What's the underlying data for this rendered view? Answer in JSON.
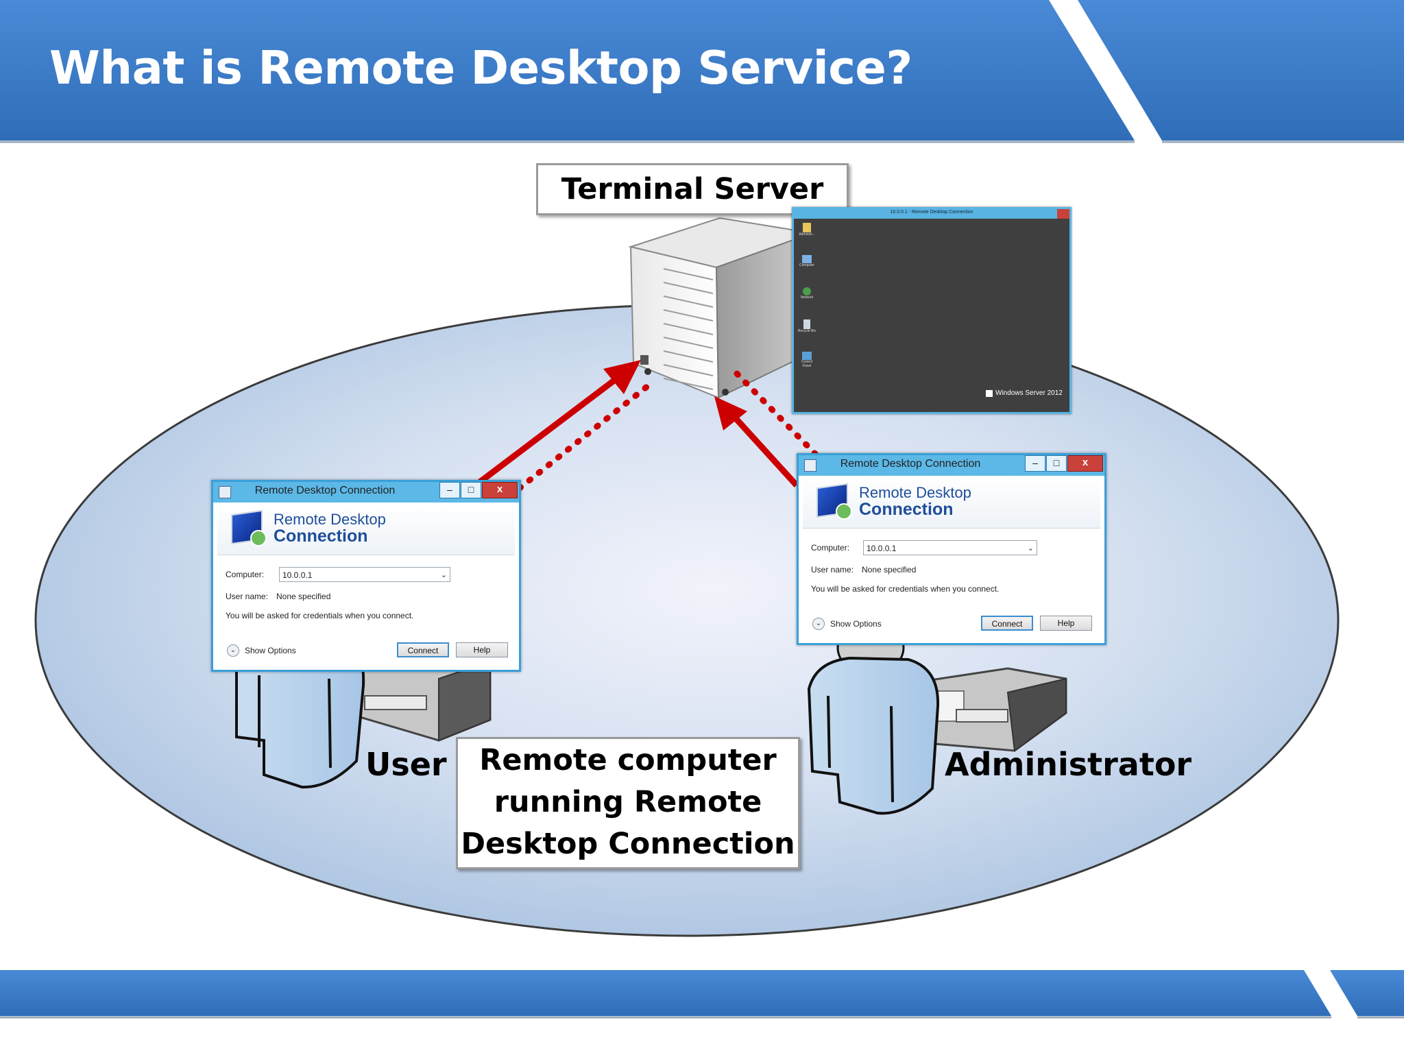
{
  "slide": {
    "title": "What is Remote Desktop Service?",
    "header_color": "#3f7fc9",
    "accent_red": "#cc0000"
  },
  "diagram": {
    "terminal_server_label": "Terminal Server",
    "remote_computer_label_lines": [
      "Remote computer",
      "running Remote",
      "Desktop Connection"
    ],
    "user_label": "User",
    "administrator_label": "Administrator"
  },
  "server_screen": {
    "title": "10.0.0.1 - Remote Desktop Connection",
    "desktop_icons": [
      "Administ...",
      "Computer",
      "Network",
      "Recycle Bin",
      "Control Panel"
    ],
    "os_label": "Windows Server 2012"
  },
  "rdc_dialogs": [
    {
      "window_title": "Remote Desktop Connection",
      "brand_line1": "Remote Desktop",
      "brand_line2": "Connection",
      "computer_label": "Computer:",
      "computer_value": "10.0.0.1",
      "username_label": "User name:",
      "username_value": "None specified",
      "info_text": "You will be asked for credentials when you connect.",
      "show_options": "Show Options",
      "connect": "Connect",
      "help": "Help"
    },
    {
      "window_title": "Remote Desktop Connection",
      "brand_line1": "Remote Desktop",
      "brand_line2": "Connection",
      "computer_label": "Computer:",
      "computer_value": "10.0.0.1",
      "username_label": "User name:",
      "username_value": "None specified",
      "info_text": "You will be asked for credentials when you connect.",
      "show_options": "Show Options",
      "connect": "Connect",
      "help": "Help"
    }
  ]
}
